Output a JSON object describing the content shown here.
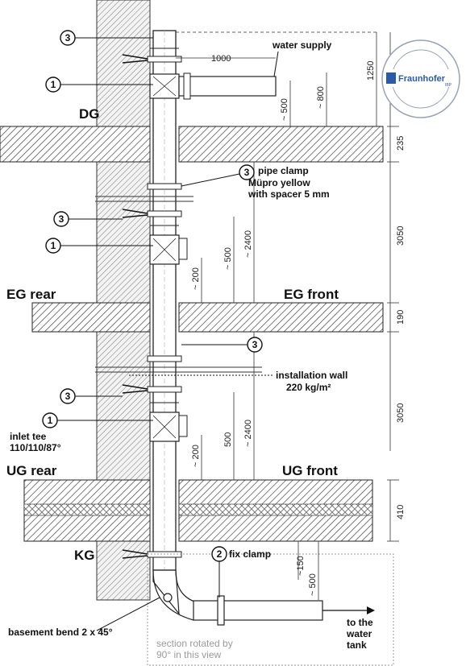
{
  "floors": {
    "dg": "DG",
    "eg_rear": "EG rear",
    "eg_front": "EG front",
    "ug_rear": "UG rear",
    "ug_front": "UG front",
    "kg": "KG"
  },
  "callouts": {
    "n1": "1",
    "n2": "2",
    "n3": "3"
  },
  "annotations": {
    "water_supply": "water supply",
    "pipe_clamp_1": "pipe clamp",
    "pipe_clamp_2": "Müpro yellow",
    "pipe_clamp_3": "with spacer 5 mm",
    "install_wall_1": "installation wall",
    "install_wall_2": "220 kg/m²",
    "inlet_tee_1": "inlet tee",
    "inlet_tee_2": "110/110/87°",
    "fix_clamp": "fix clamp",
    "basement_bend": "basement bend 2 x 45°",
    "to_tank_1": "to the",
    "to_tank_2": "water",
    "to_tank_3": "tank",
    "section_1": "section rotated by",
    "section_2": "90° in this view"
  },
  "dimensions": {
    "d1000": "1000",
    "d1250": "1250",
    "d800": "~ 800",
    "d500_top": "~ 500",
    "d235": "235",
    "d3050_a": "3050",
    "d2400_a": "~ 2400",
    "d500_eg": "~ 500",
    "d200_eg": "~ 200",
    "d190": "190",
    "d3050_b": "3050",
    "d2400_b": "~ 2400",
    "d500_ug": "500",
    "d200_ug": "~ 200",
    "d410": "410",
    "d150": "~150",
    "d500_kg": "~ 500"
  },
  "logo": {
    "brand": "Fraunhofer",
    "sub": "IBP"
  },
  "colors": {
    "ink": "#1a1a1a",
    "hatch": "#555555",
    "logo_blue": "#2b5aa8"
  }
}
